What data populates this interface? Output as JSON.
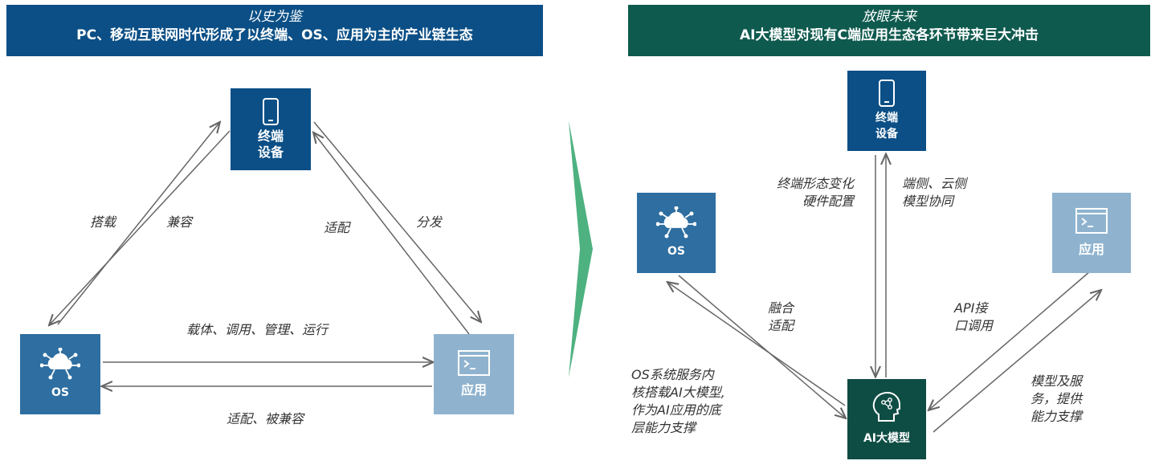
{
  "left": {
    "header": {
      "title": "以史为鉴",
      "subtitle": "PC、移动互联网时代形成了以终端、OS、应用为主的产业链生态"
    },
    "nodes": {
      "device": "终端\n设备",
      "os": "OS",
      "app": "应用"
    },
    "labels": {
      "carry": "搭载",
      "compat": "兼容",
      "adapt": "适配",
      "distribute": "分发",
      "os_to_app": "载体、调用、管理、运行",
      "app_to_os": "适配、被兼容"
    }
  },
  "right": {
    "header": {
      "title": "放眼未来",
      "subtitle": "AI大模型对现有C端应用生态各环节带来巨大冲击"
    },
    "nodes": {
      "device": "终端\n设备",
      "os": "OS",
      "app": "应用",
      "ai": "AI大模型"
    },
    "labels": {
      "device_change": "终端形态变化\n硬件配置",
      "edge_cloud": "端侧、云侧\n模型协同",
      "fusion": "融合\n适配",
      "api": "API接\n口调用",
      "os_service": "OS系统服务内\n核搭载AI大模型,\n作为AI应用的底\n层能力支撑",
      "model_service": "模型及服\n务，提供\n能力支撑"
    }
  },
  "colors": {
    "left_header": "#0b4f86",
    "right_header": "#0f5a4e",
    "dark_blue": "#0b4f86",
    "mid_blue": "#2e6ea0",
    "light_blue": "#8fb3cf",
    "dark_teal": "#0e4d44",
    "arrow_green": "#2fa36a"
  },
  "icons": [
    "phone-icon",
    "cloud-network-icon",
    "terminal-window-icon",
    "ai-head-icon"
  ]
}
